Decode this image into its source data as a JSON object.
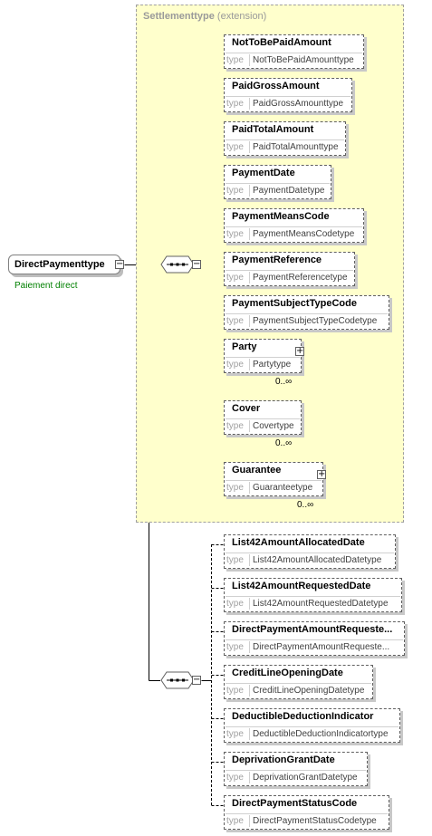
{
  "extension": {
    "name": "Settlementtype",
    "qualifier": "(extension)"
  },
  "root": {
    "name": "DirectPaymenttype",
    "documentation": "Paiement direct",
    "expand_glyph": "−"
  },
  "type_keyword": "type",
  "group1": [
    {
      "name": "NotToBePaidAmount",
      "type": "NotToBePaidAmounttype"
    },
    {
      "name": "PaidGrossAmount",
      "type": "PaidGrossAmounttype"
    },
    {
      "name": "PaidTotalAmount",
      "type": "PaidTotalAmounttype"
    },
    {
      "name": "PaymentDate",
      "type": "PaymentDatetype"
    },
    {
      "name": "PaymentMeansCode",
      "type": "PaymentMeansCodetype"
    },
    {
      "name": "PaymentReference",
      "type": "PaymentReferencetype"
    },
    {
      "name": "PaymentSubjectTypeCode",
      "type": "PaymentSubjectTypeCodetype"
    },
    {
      "name": "Party",
      "type": "Partytype",
      "cardinality": "0..∞",
      "expandable": true,
      "expand_glyph": "+"
    },
    {
      "name": "Cover",
      "type": "Covertype",
      "cardinality": "0..∞"
    },
    {
      "name": "Guarantee",
      "type": "Guaranteetype",
      "cardinality": "0..∞",
      "expandable": true,
      "expand_glyph": "+"
    }
  ],
  "group2": [
    {
      "name": "List42AmountAllocatedDate",
      "type": "List42AmountAllocatedDatetype"
    },
    {
      "name": "List42AmountRequestedDate",
      "type": "List42AmountRequestedDatetype"
    },
    {
      "name": "DirectPaymentAmountRequeste...",
      "type": "DirectPaymentAmountRequeste..."
    },
    {
      "name": "CreditLineOpeningDate",
      "type": "CreditLineOpeningDatetype"
    },
    {
      "name": "DeductibleDeductionIndicator",
      "type": "DeductibleDeductionIndicatortype"
    },
    {
      "name": "DeprivationGrantDate",
      "type": "DeprivationGrantDatetype"
    },
    {
      "name": "DirectPaymentStatusCode",
      "type": "DirectPaymentStatusCodetype"
    }
  ],
  "colors": {
    "extension_fill": "#ffffcc",
    "documentation": "#008000",
    "type_keyword": "#a0a0a0"
  }
}
